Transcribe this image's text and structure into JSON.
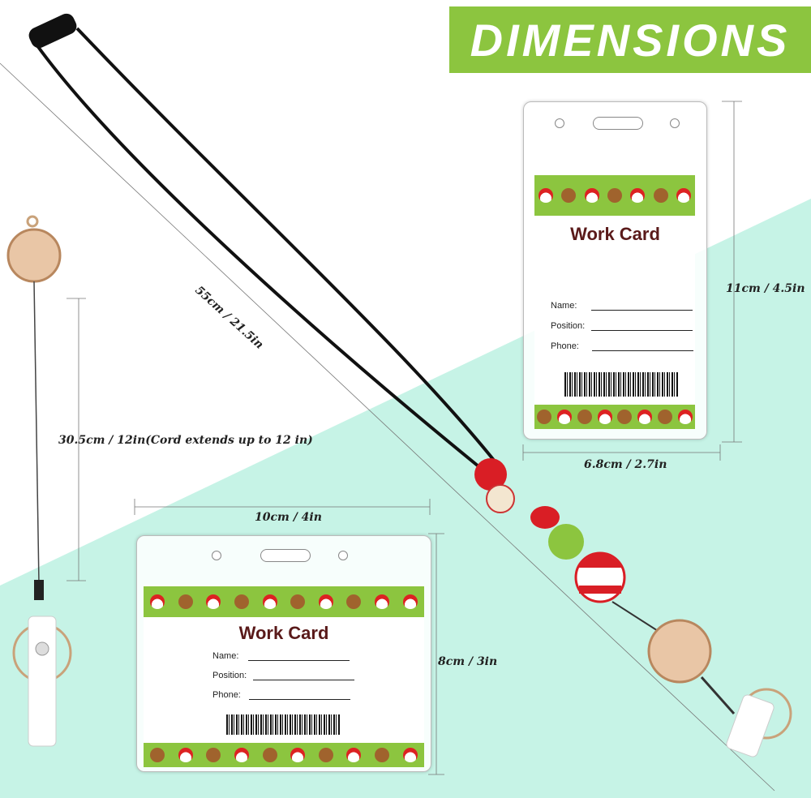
{
  "header": {
    "title": "DIMENSIONS"
  },
  "dimensions": {
    "lanyard_length": "55cm / 21.5in",
    "cord_length": "30.5cm / 12in(Cord extends up to 12 in)",
    "vertical_height": "11cm / 4.5in",
    "vertical_width": "6.8cm / 2.7in",
    "horizontal_width": "10cm / 4in",
    "horizontal_height": "8cm / 3in"
  },
  "card": {
    "title": "Work Card",
    "name_label": "Name:",
    "position_label": "Position:",
    "phone_label": "Phone:"
  },
  "colors": {
    "accent_green": "#8cc53f",
    "mint_background": "#c6f3e6"
  }
}
